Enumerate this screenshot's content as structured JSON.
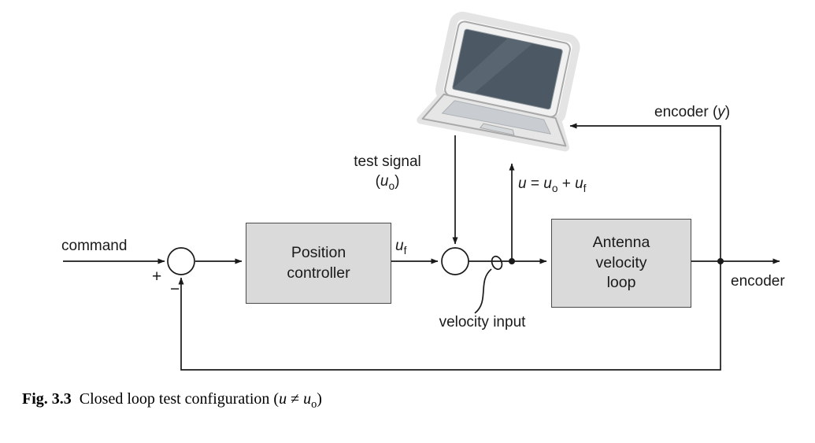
{
  "diagram": {
    "labels": {
      "command": "command",
      "plus": "+",
      "minus": "−",
      "test_signal_line1": "test signal",
      "test_signal_line2_html": "(<i>u</i><sub>o</sub>)",
      "uf_html": "<i>u</i><sub>f</sub>",
      "u_equation_html": "<i>u</i> = <i>u</i><sub>o</sub> + <i>u</i><sub>f</sub>",
      "encoder_y_html": "encoder (<i>y</i>)",
      "velocity_input": "velocity input",
      "encoder_out": "encoder"
    },
    "boxes": {
      "position_controller": {
        "lines": [
          "Position",
          "controller"
        ]
      },
      "antenna_velocity_loop": {
        "lines": [
          "Antenna",
          "velocity",
          "loop"
        ]
      }
    },
    "caption": {
      "fig": "Fig. 3.3",
      "text_html": "Closed loop test configuration (<i>u</i> ≠ <i>u</i><sub>o</sub>)"
    },
    "colors": {
      "line": "#1a1a1a",
      "box_fill": "#dadada",
      "box_stroke": "#4a4a4a"
    }
  }
}
